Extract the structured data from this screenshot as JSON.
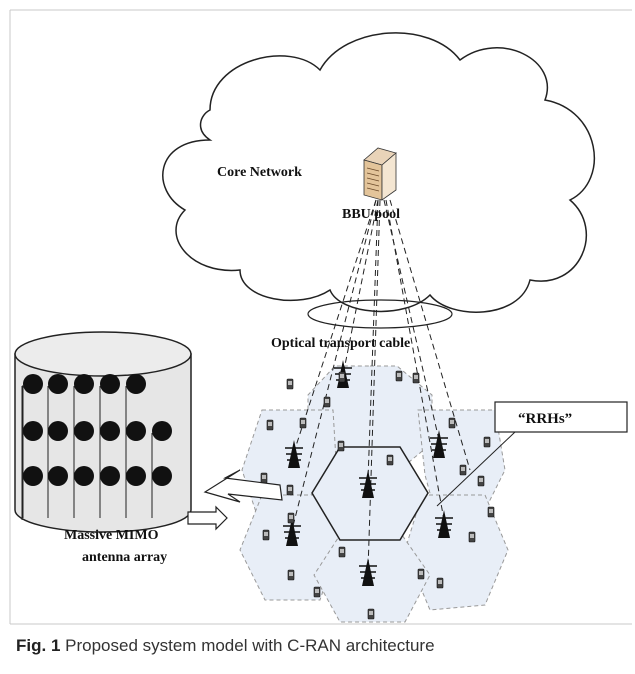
{
  "figure": {
    "core_network_label": "Core Network",
    "bbu_pool_label": "BBU pool",
    "optical_cable_label": "Optical transport cable",
    "rrhs_label": "“RRHs”",
    "mimo_label_line1": "Massive MIMO",
    "mimo_label_line2": "antenna array",
    "caption_prefix": "Fig. 1",
    "caption_text": " Proposed system model with C-RAN architecture"
  },
  "colors": {
    "hex_fill": "#e8eef7",
    "line": "#222222",
    "frame": "#b0b0b0"
  }
}
